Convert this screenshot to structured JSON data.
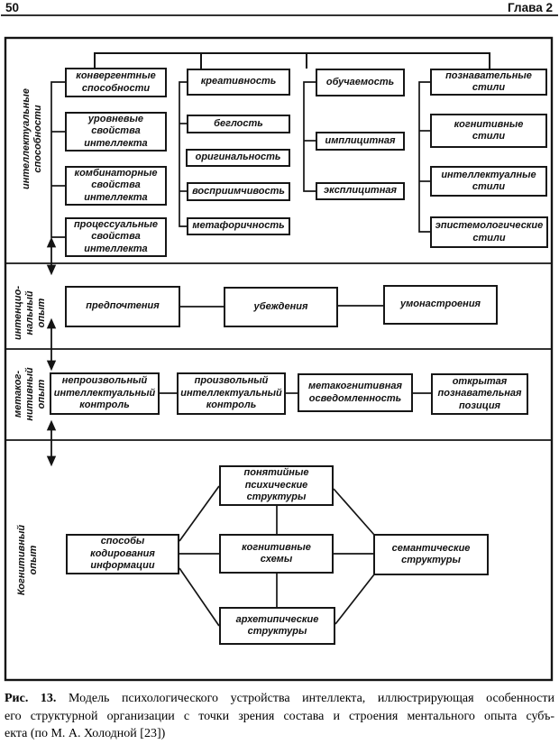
{
  "header": {
    "page_number": "50",
    "chapter": "Глава 2"
  },
  "colors": {
    "ink": "#141414",
    "paper": "#ffffff"
  },
  "sections": [
    {
      "label": "интеллектуальные\nспособности",
      "boxes": {
        "convergent_abilities": "конвергентные\nспособности",
        "level_properties": "уровневые\nсвойства\nинтеллекта",
        "combinatorial_properties": "комбинаторные\nсвойства\nинтеллекта",
        "procedural_properties": "процессуальные\nсвойства\nинтеллекта",
        "creativity": "креативность",
        "fluency": "беглость",
        "originality": "оригинальность",
        "receptivity": "восприимчивость",
        "metaphoricity": "метафоричность",
        "learnability": "обучаемость",
        "implicit": "имплицитная",
        "explicit": "эксплицитная",
        "cognitive_styles_group": "познавательные\nстили",
        "cognitive_styles": "когнитивные\nстили",
        "intellectual_styles": "интеллектуалные\nстили",
        "epistemological_styles": "эпистемологические\nстили"
      }
    },
    {
      "label": "интенцио-\nнальный\nопыт",
      "boxes": {
        "preferences": "предпочтения",
        "beliefs": "убеждения",
        "mindsets": "умонастроения"
      }
    },
    {
      "label": "метаког-\nнитивный\nопыт",
      "boxes": {
        "involuntary_control": "непроизвольный\nинтеллектуальный\nконтроль",
        "voluntary_control": "произвольный\nинтеллектуальный\nконтроль",
        "metacognitive_awareness": "метакогнитивная\nосведомленность",
        "open_cognitive_position": "открытая\nпознавательная\nпозиция"
      }
    },
    {
      "label": "Когнитивный\nопыт",
      "boxes": {
        "conceptual_structures": "понятийные\nпсихические\nструктуры",
        "encoding_methods": "способы\nкодирования\nинформации",
        "cognitive_schemas": "когнитивные\nсхемы",
        "semantic_structures": "семантические\nструктуры",
        "archetypal_structures": "архетипические\nструктуры"
      }
    }
  ],
  "caption": {
    "label": "Рис. 13.",
    "line1": "Модель психологического устройства интеллекта, иллюстрирующая особенности",
    "line2": "его структурной организации с точки зрения состава и строения ментального опыта субъ-",
    "line3": "екта (по М. А. Холодной [23])"
  }
}
